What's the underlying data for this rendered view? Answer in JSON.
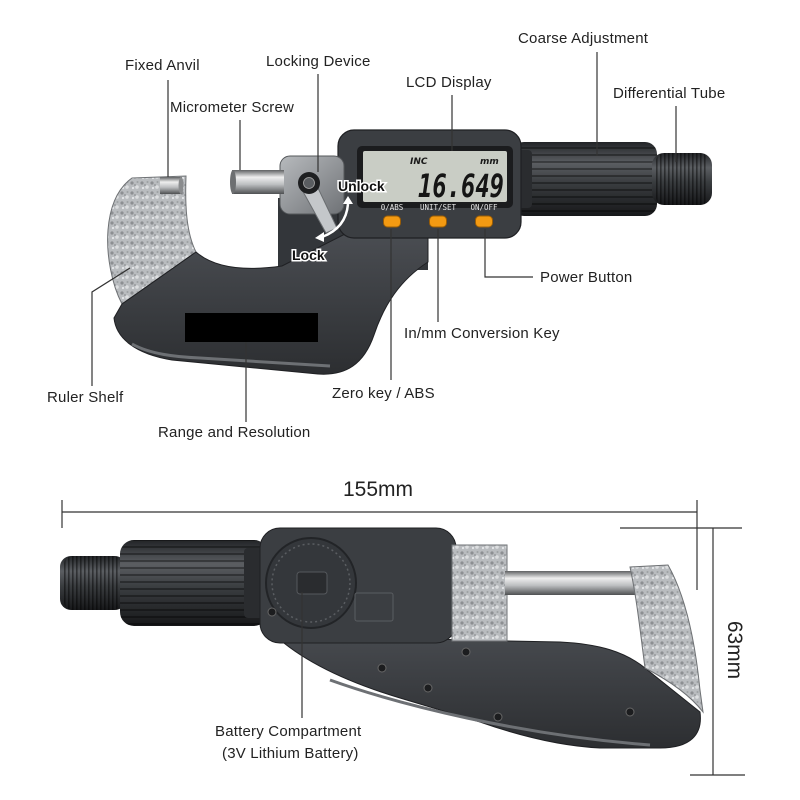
{
  "labels": {
    "fixed_anvil": "Fixed Anvil",
    "locking_device": "Locking Device",
    "micrometer_screw": "Micrometer Screw",
    "lcd_display": "LCD Display",
    "coarse_adjustment": "Coarse Adjustment",
    "differential_tube": "Differential Tube",
    "unlock": "Unlock",
    "lock": "Lock",
    "power_button": "Power Button",
    "conversion_key": "In/mm Conversion Key",
    "zero_key": "Zero key / ABS",
    "ruler_shelf": "Ruler Shelf",
    "range_resolution": "Range and Resolution",
    "battery_compartment": "Battery Compartment",
    "battery_type": "(3V Lithium Battery)"
  },
  "lcd": {
    "unit_left": "INC",
    "unit_right": "mm",
    "reading": "16.649",
    "screen_color": "#c9cdc5"
  },
  "buttons": [
    {
      "label": "0/ABS",
      "color": "#f39a12"
    },
    {
      "label": "UNIT/SET",
      "color": "#f39a12"
    },
    {
      "label": "ON/OFF",
      "color": "#f39a12"
    }
  ],
  "dimensions": {
    "length": "155mm",
    "height": "63mm"
  },
  "colors": {
    "body": "#3b3e42",
    "frame": "#3a3d41",
    "hammered_finish": "#b9bcbf",
    "redaction": "#000000"
  },
  "icons": {
    "lock_direction_arrow": "curved-double-arrow"
  }
}
